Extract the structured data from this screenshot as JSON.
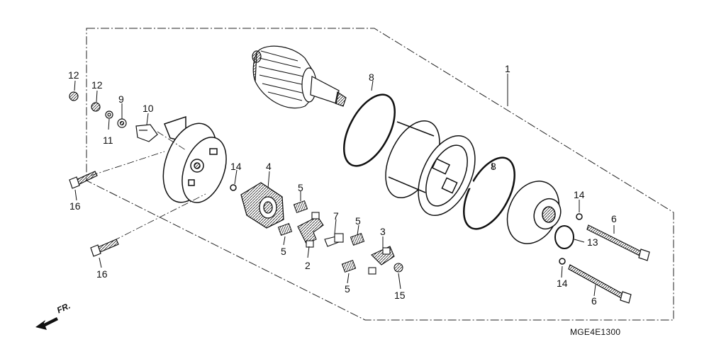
{
  "callouts": {
    "c1": "1",
    "c2": "2",
    "c3": "3",
    "c4": "4",
    "c5a": "5",
    "c5b": "5",
    "c5c": "5",
    "c5d": "5",
    "c6a": "6",
    "c6b": "6",
    "c7": "7",
    "c8a": "8",
    "c8b": "8",
    "c9": "9",
    "c10": "10",
    "c11": "11",
    "c12a": "12",
    "c12b": "12",
    "c13": "13",
    "c14a": "14",
    "c14b": "14",
    "c14c": "14",
    "c15": "15",
    "c16a": "16",
    "c16b": "16"
  },
  "diagram_code": "MGE4E1300",
  "direction": "FR."
}
